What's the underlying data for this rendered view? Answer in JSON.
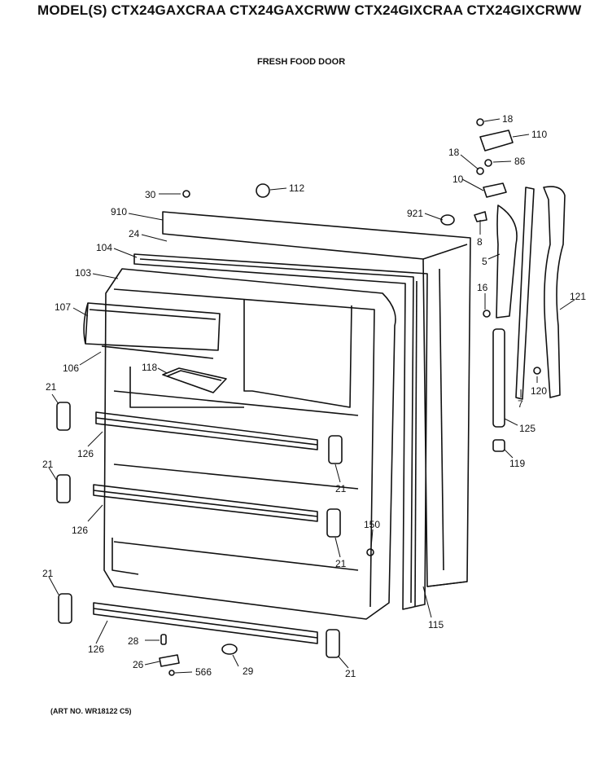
{
  "header": {
    "models_text": "MODEL(S) CTX24GAXCRAA  CTX24GAXCRWW  CTX24GIXCRAA  CTX24GIXCRWW"
  },
  "diagram": {
    "title": "FRESH FOOD DOOR",
    "callouts": {
      "c18a": "18",
      "c110": "110",
      "c18b": "18",
      "c86": "86",
      "c10": "10",
      "c30": "30",
      "c112": "112",
      "c910": "910",
      "c921": "921",
      "c24": "24",
      "c8": "8",
      "c104": "104",
      "c5": "5",
      "c103": "103",
      "c16": "16",
      "c121": "121",
      "c107": "107",
      "c106": "106",
      "c118": "118",
      "c120": "120",
      "c7": "7",
      "c21a": "21",
      "c125": "125",
      "c126a": "126",
      "c119": "119",
      "c21b": "21",
      "c21c": "21",
      "c126b": "126",
      "c150": "150",
      "c21d": "21",
      "c21e": "21",
      "c115": "115",
      "c28": "28",
      "c126c": "126",
      "c26": "26",
      "c29": "29",
      "c566": "566",
      "c21f": "21"
    }
  },
  "footer": {
    "art_no": "(ART NO. WR18122 C5)"
  }
}
